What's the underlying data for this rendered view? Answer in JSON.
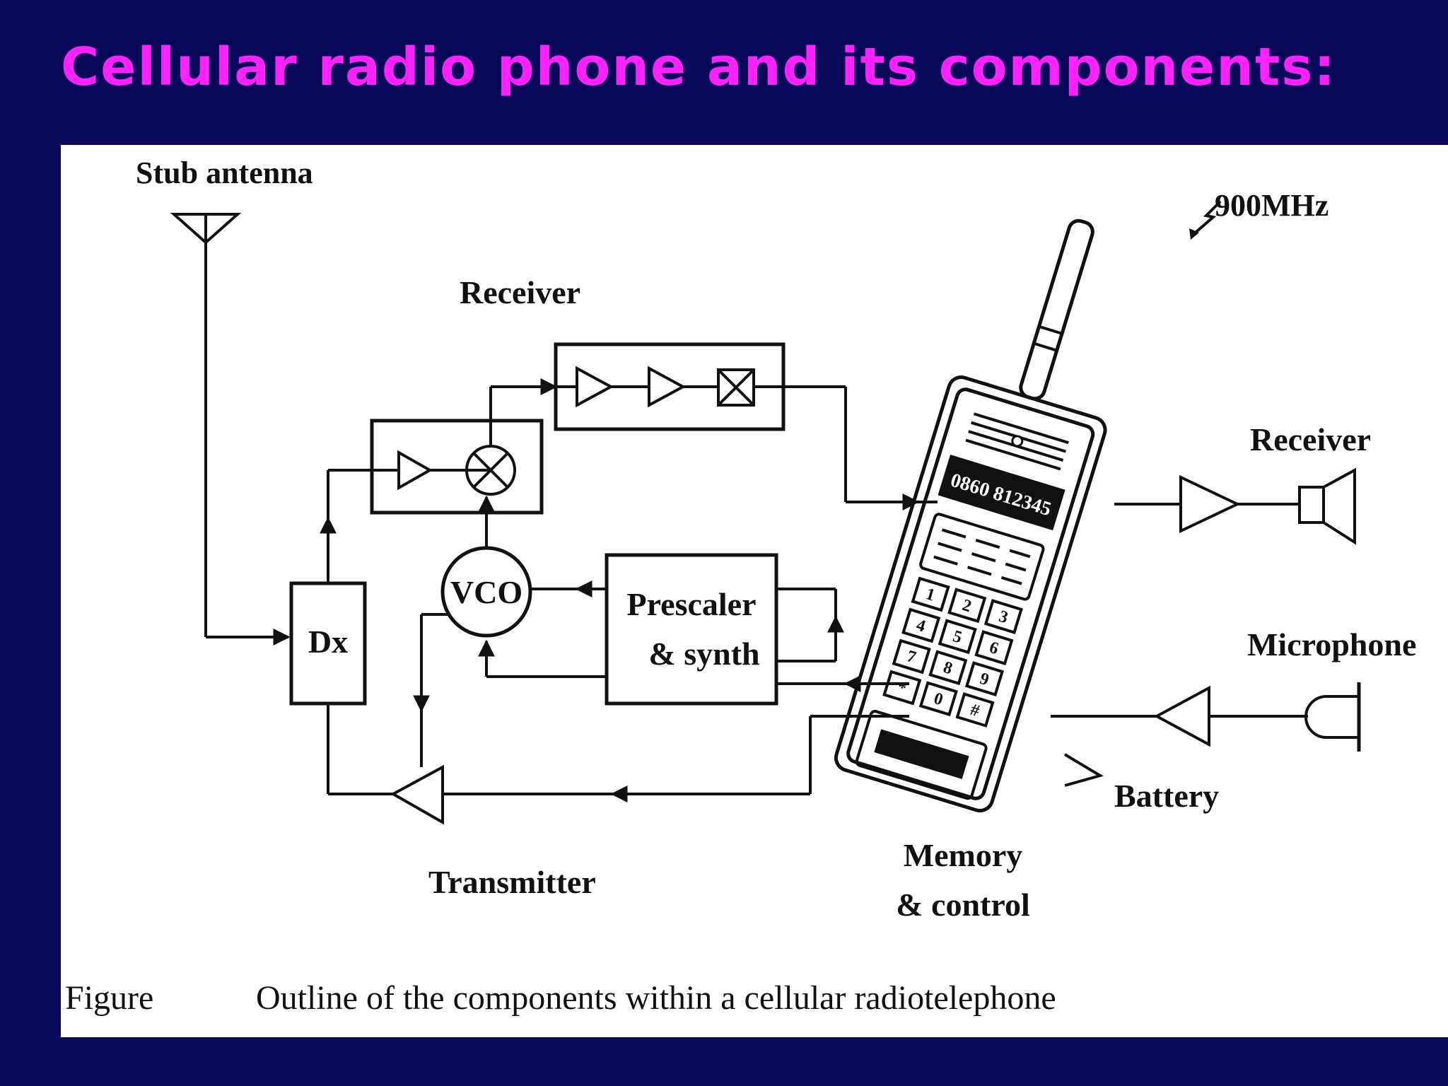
{
  "title": "Cellular radio phone and its components:",
  "figure": {
    "labels": {
      "stub_antenna": "Stub antenna",
      "receiver_block": "Receiver",
      "frequency": "900MHz",
      "receiver_speaker": "Receiver",
      "microphone": "Microphone",
      "dx": "Dx",
      "vco": "VCO",
      "prescaler_line1": "Prescaler",
      "prescaler_line2": "& synth",
      "battery": "Battery",
      "transmitter": "Transmitter",
      "memory_line1": "Memory",
      "memory_line2": "& control",
      "phone_display": "0860 812345"
    },
    "keypad_keys": [
      "1",
      "2",
      "3",
      "4",
      "5",
      "6",
      "7",
      "8",
      "9",
      "*",
      "0",
      "#"
    ],
    "caption": {
      "prefix": "Figure",
      "text": "Outline of the components within a cellular radiotelephone"
    }
  }
}
